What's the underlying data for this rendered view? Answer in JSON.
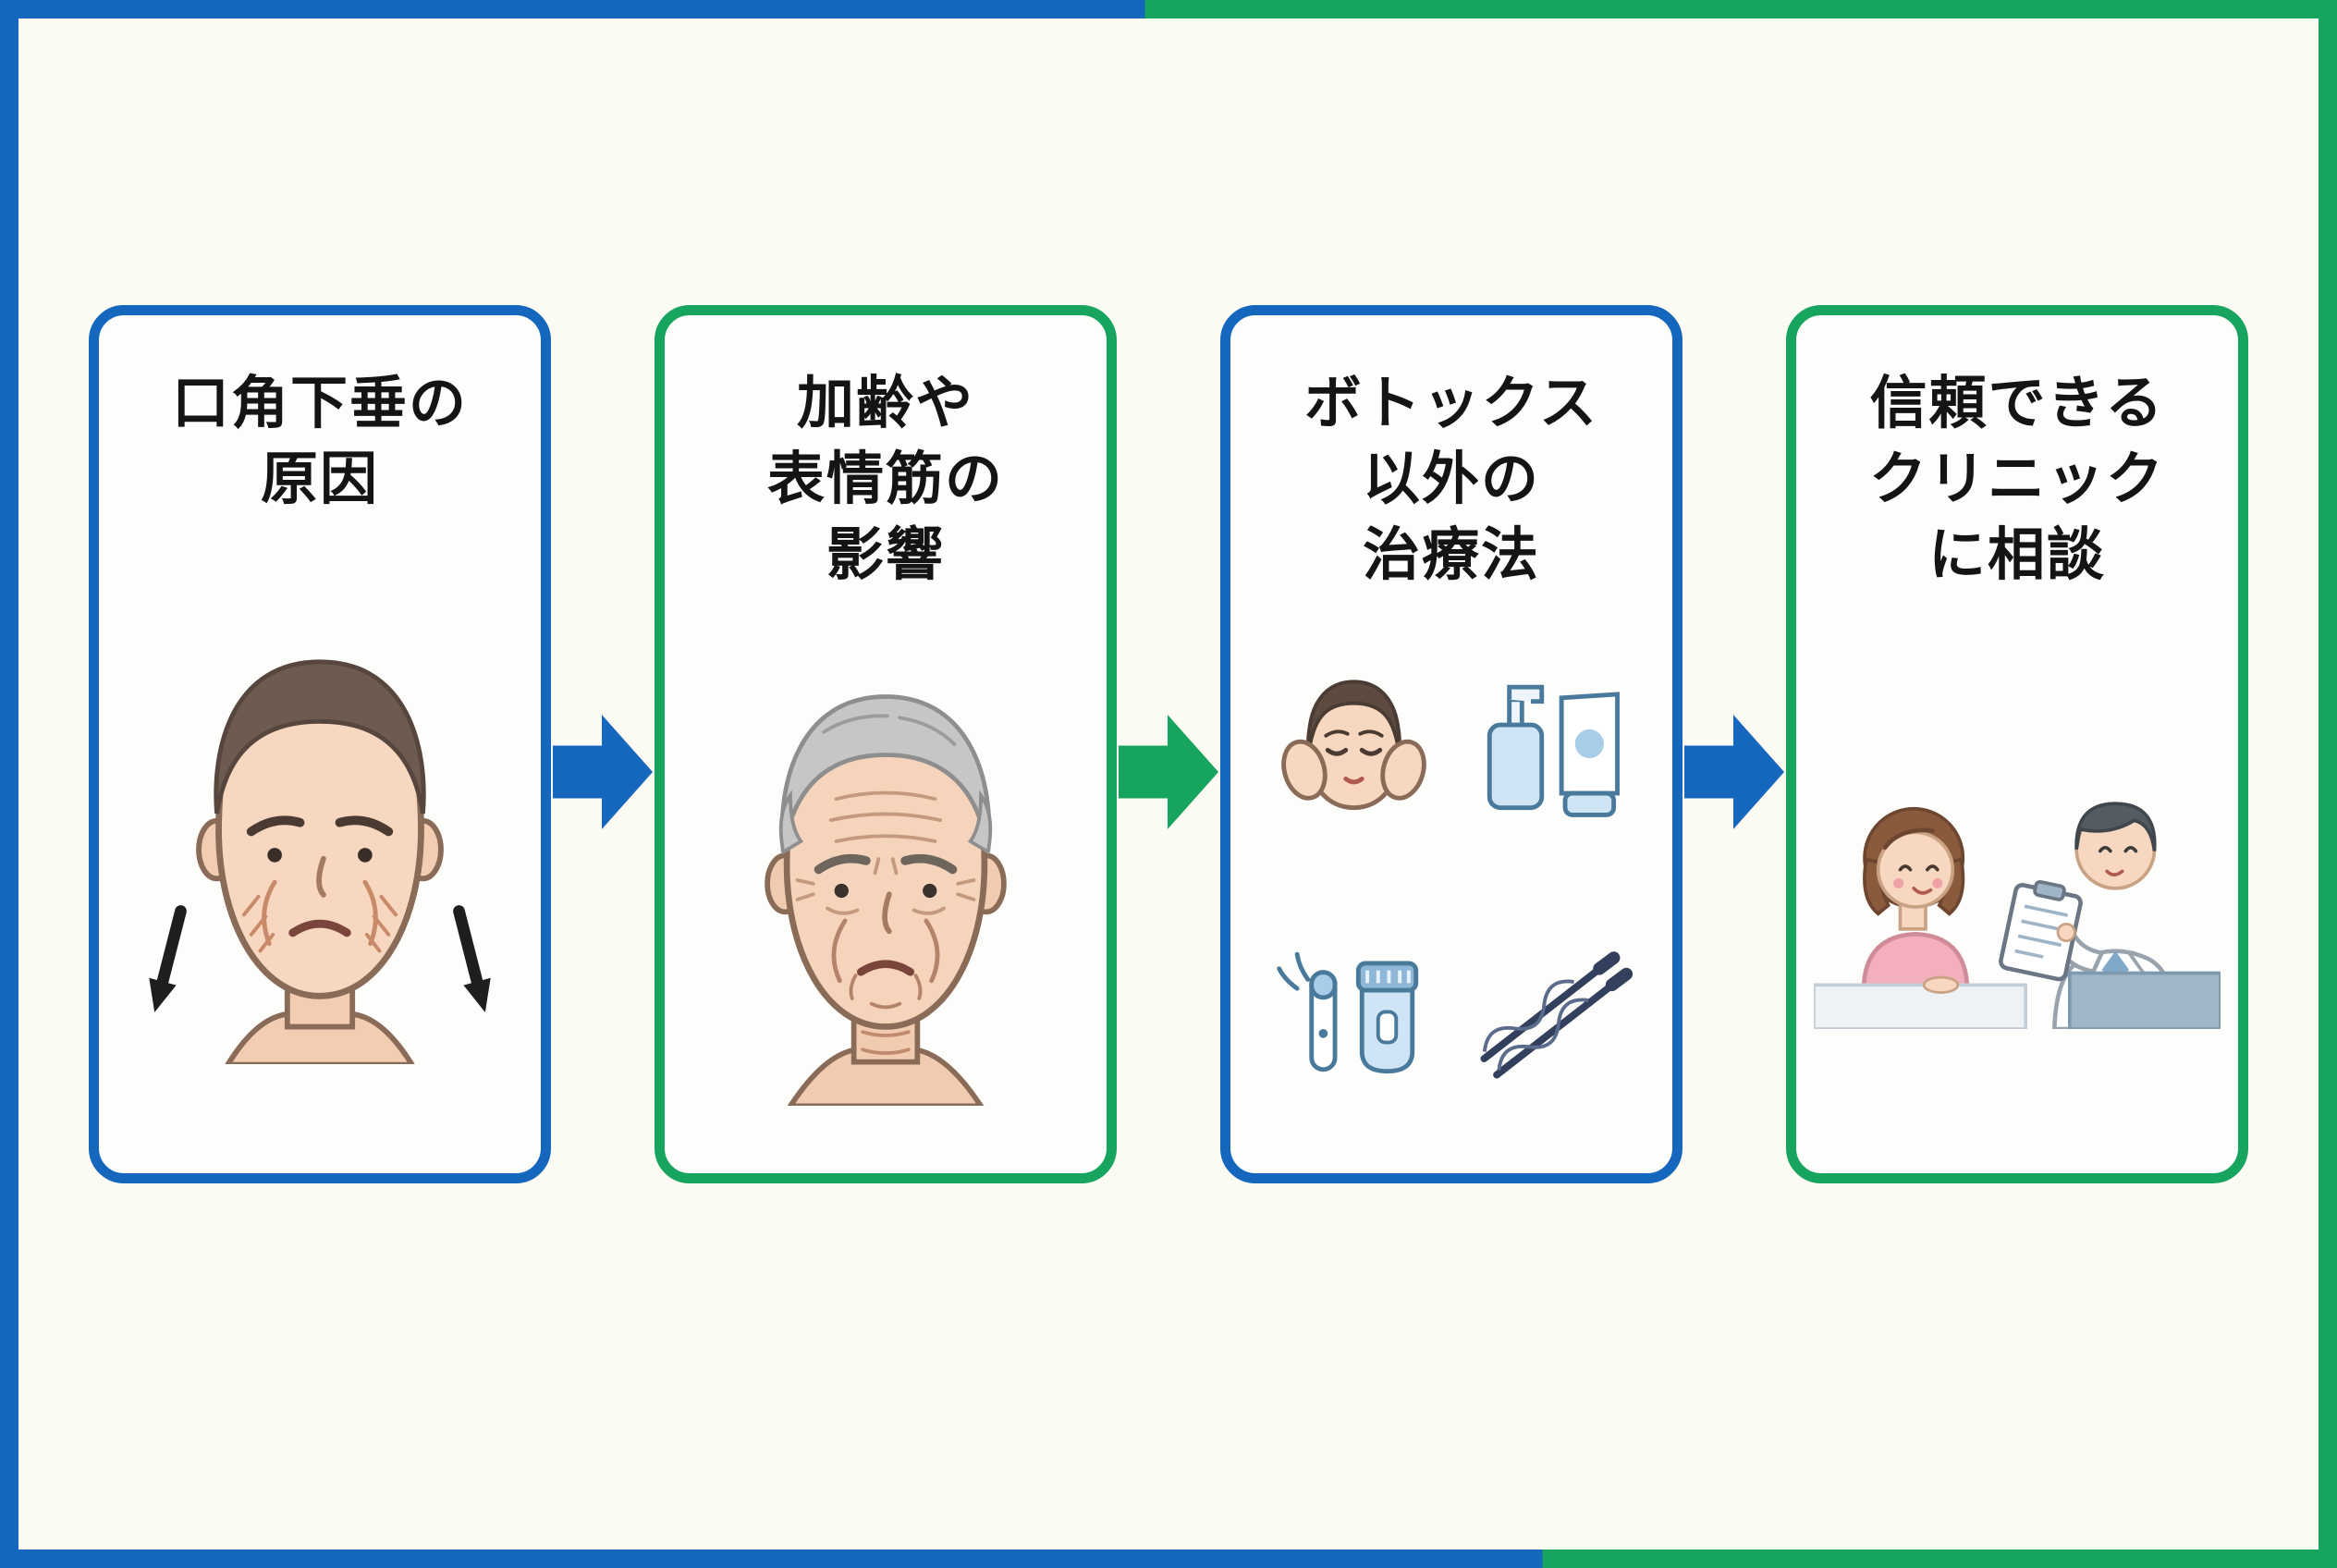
{
  "colors": {
    "blue": "#1566bd",
    "green": "#17a45f",
    "background": "#fbfaf3",
    "card": "#fdfdfc",
    "text": "#141414"
  },
  "steps": [
    {
      "id": "causes",
      "border": "blue",
      "title_lines": [
        "口角下垂の",
        "原因"
      ],
      "illustration": "worried-adult-face-with-down-arrows"
    },
    {
      "id": "aging",
      "border": "green",
      "title_lines": [
        "加齢や",
        "表情筋の",
        "影響"
      ],
      "illustration": "elderly-wrinkled-face"
    },
    {
      "id": "treatments",
      "border": "blue",
      "title_lines": [
        "ボトックス",
        "以外の",
        "治療法"
      ],
      "illustration": "non-botox-treatment-icons",
      "icons": [
        "facial-massage-icon",
        "skincare-products-icon",
        "beauty-devices-icon",
        "thread-lift-icon"
      ]
    },
    {
      "id": "clinic",
      "border": "green",
      "title_lines": [
        "信頼できる",
        "クリニック",
        "に相談"
      ],
      "illustration": "patient-doctor-consultation"
    }
  ],
  "arrows": [
    {
      "direction": "right",
      "color": "blue"
    },
    {
      "direction": "right",
      "color": "green"
    },
    {
      "direction": "right",
      "color": "blue"
    }
  ]
}
